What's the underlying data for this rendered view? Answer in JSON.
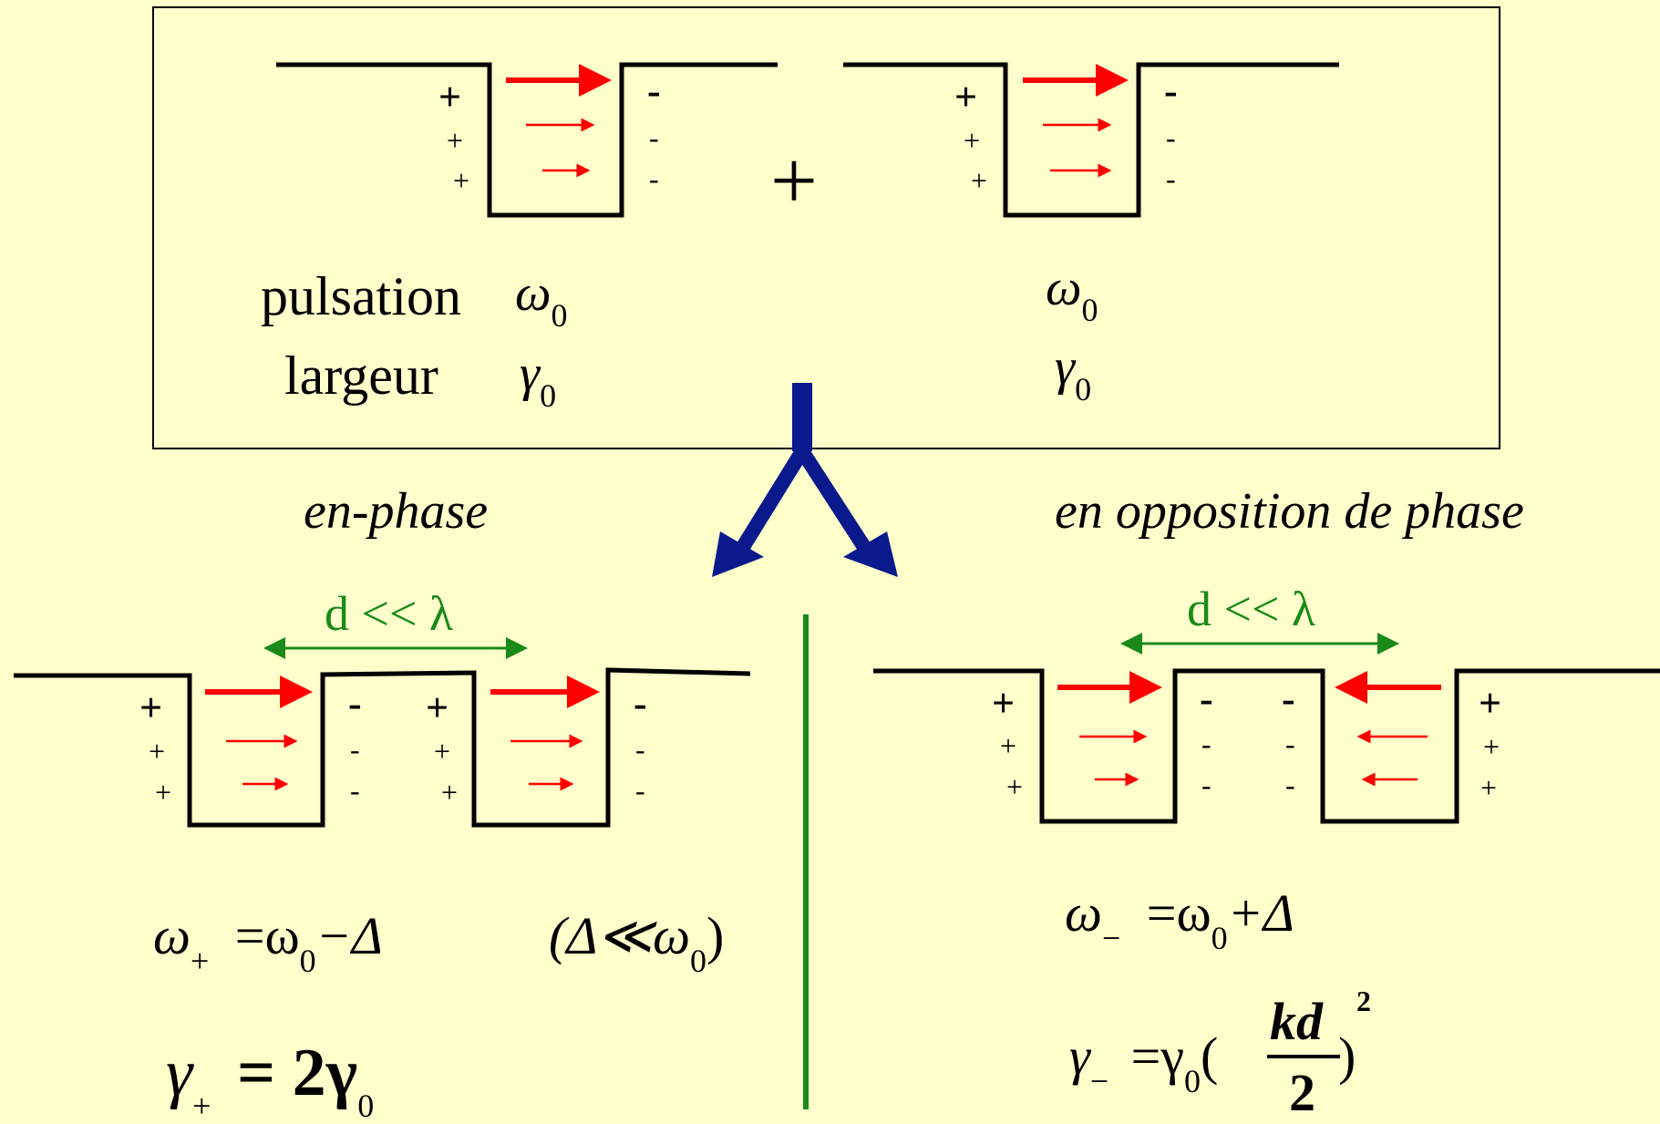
{
  "top_box": {
    "pulsation_label": "pulsation",
    "largeur_label": "largeur",
    "omega": "ω",
    "gamma": "γ",
    "subscript_0": "0",
    "plus_sign": "+"
  },
  "modes": {
    "in_phase_label": "en-phase",
    "out_phase_label": "en opposition de phase",
    "distance_label": "d << λ"
  },
  "charges": {
    "plus": "+",
    "minus": "-"
  },
  "equations": {
    "left_omega": "ω",
    "left_plus_sub": "+",
    "left_eq_rhs": "=ω",
    "left_eq_tail": "−Δ",
    "condition": "(Δ≪ω",
    "condition_close": ")",
    "left_gamma": "γ",
    "left_gamma_rhs": "= 2γ",
    "right_omega": "ω",
    "right_minus_sub": "−",
    "right_eq_rhs": "=ω",
    "right_eq_tail": "+Δ",
    "right_gamma": "γ",
    "right_gamma_rhs": "=γ",
    "paren_open": "(",
    "paren_close": ")",
    "kd": "kd",
    "two": "2",
    "exponent": "2",
    "zero": "0"
  },
  "colors": {
    "background": "#ffffcc",
    "arrow_red": "#ff0000",
    "split_arrow": "#0a1a8c",
    "green": "#1a8a1a"
  }
}
